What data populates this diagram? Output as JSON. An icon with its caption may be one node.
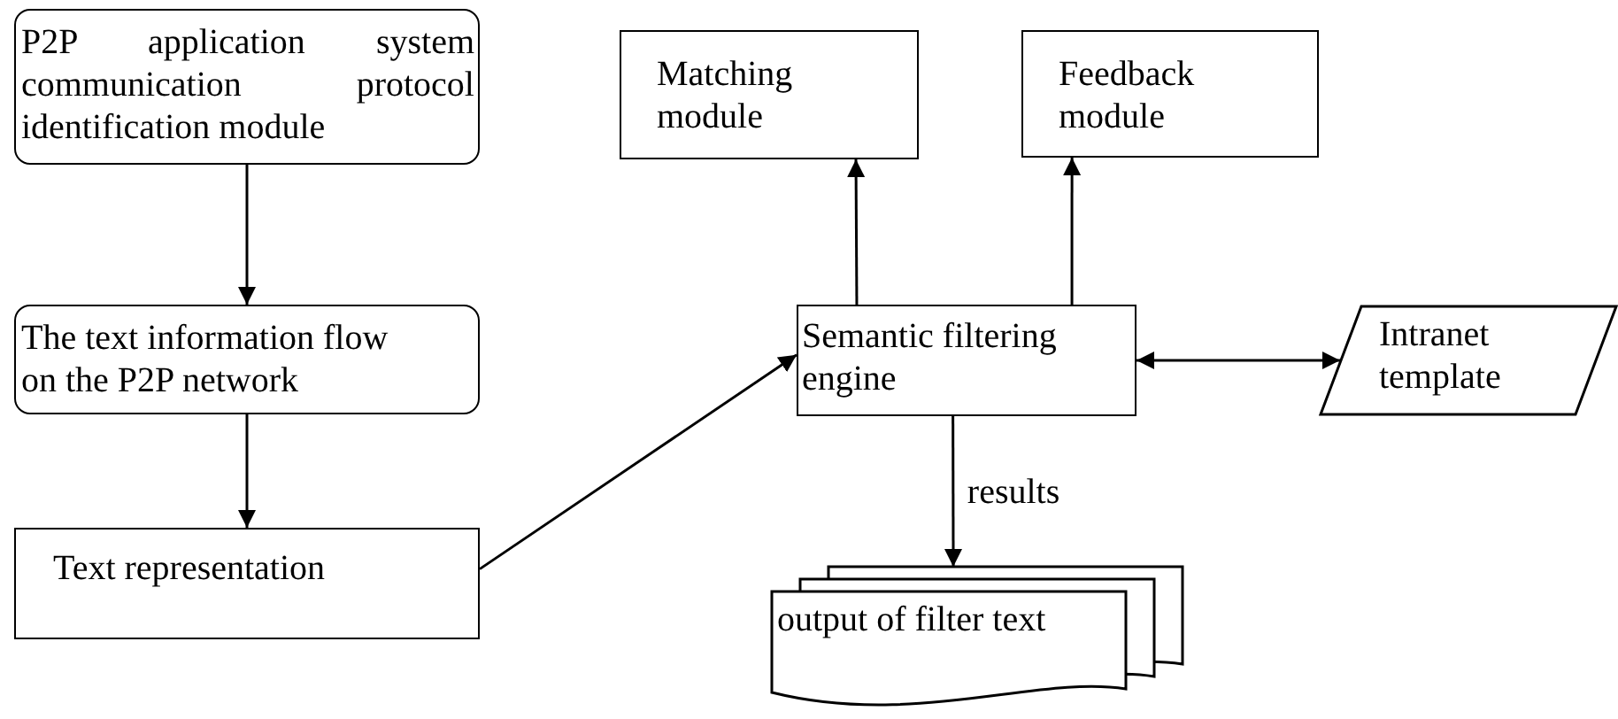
{
  "diagram": {
    "nodes": [
      {
        "text": [
          "P2P application system communication protocol identification module"
        ]
      },
      {
        "text": [
          "The text information flow on the P2P network"
        ]
      },
      {
        "text": [
          "Text representation"
        ]
      },
      {
        "text": [
          "Matching module"
        ]
      },
      {
        "text": [
          "Feedback module"
        ]
      },
      {
        "text": [
          "Semantic filtering engine"
        ]
      },
      {
        "text": [
          "Intranet template"
        ]
      },
      {
        "text": [
          "output of filter text"
        ]
      }
    ],
    "edges": [
      {
        "from": 0,
        "to": 1,
        "arrow": "to"
      },
      {
        "from": 1,
        "to": 2,
        "arrow": "to"
      },
      {
        "from": 2,
        "to": 5,
        "arrow": "to"
      },
      {
        "from": 5,
        "to": 3,
        "arrow": "to"
      },
      {
        "from": 5,
        "to": 4,
        "arrow": "to"
      },
      {
        "from": 5,
        "to": 6,
        "arrow": "both"
      },
      {
        "from": 5,
        "to": 7,
        "arrow": "to",
        "label": "results"
      }
    ]
  }
}
